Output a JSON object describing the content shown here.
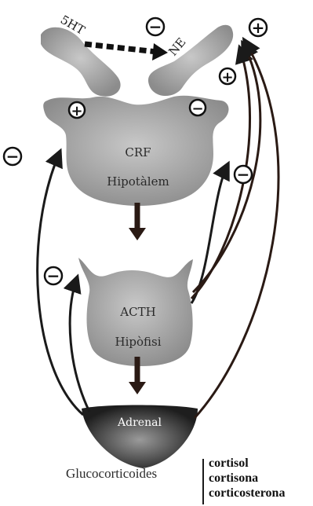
{
  "diagram": {
    "labels": {
      "serotonin": "5HT",
      "norepinephrine": "NE",
      "crf": "CRF",
      "hypothalamus": "Hipotàlem",
      "acth": "ACTH",
      "pituitary": "Hipòfisi",
      "adrenal": "Adrenal",
      "glucocorticoids": "Glucocorticoides"
    },
    "signs": {
      "minus": "−",
      "plus": "+"
    },
    "hormones": [
      "cortisol",
      "cortisona",
      "corticosterona"
    ]
  }
}
